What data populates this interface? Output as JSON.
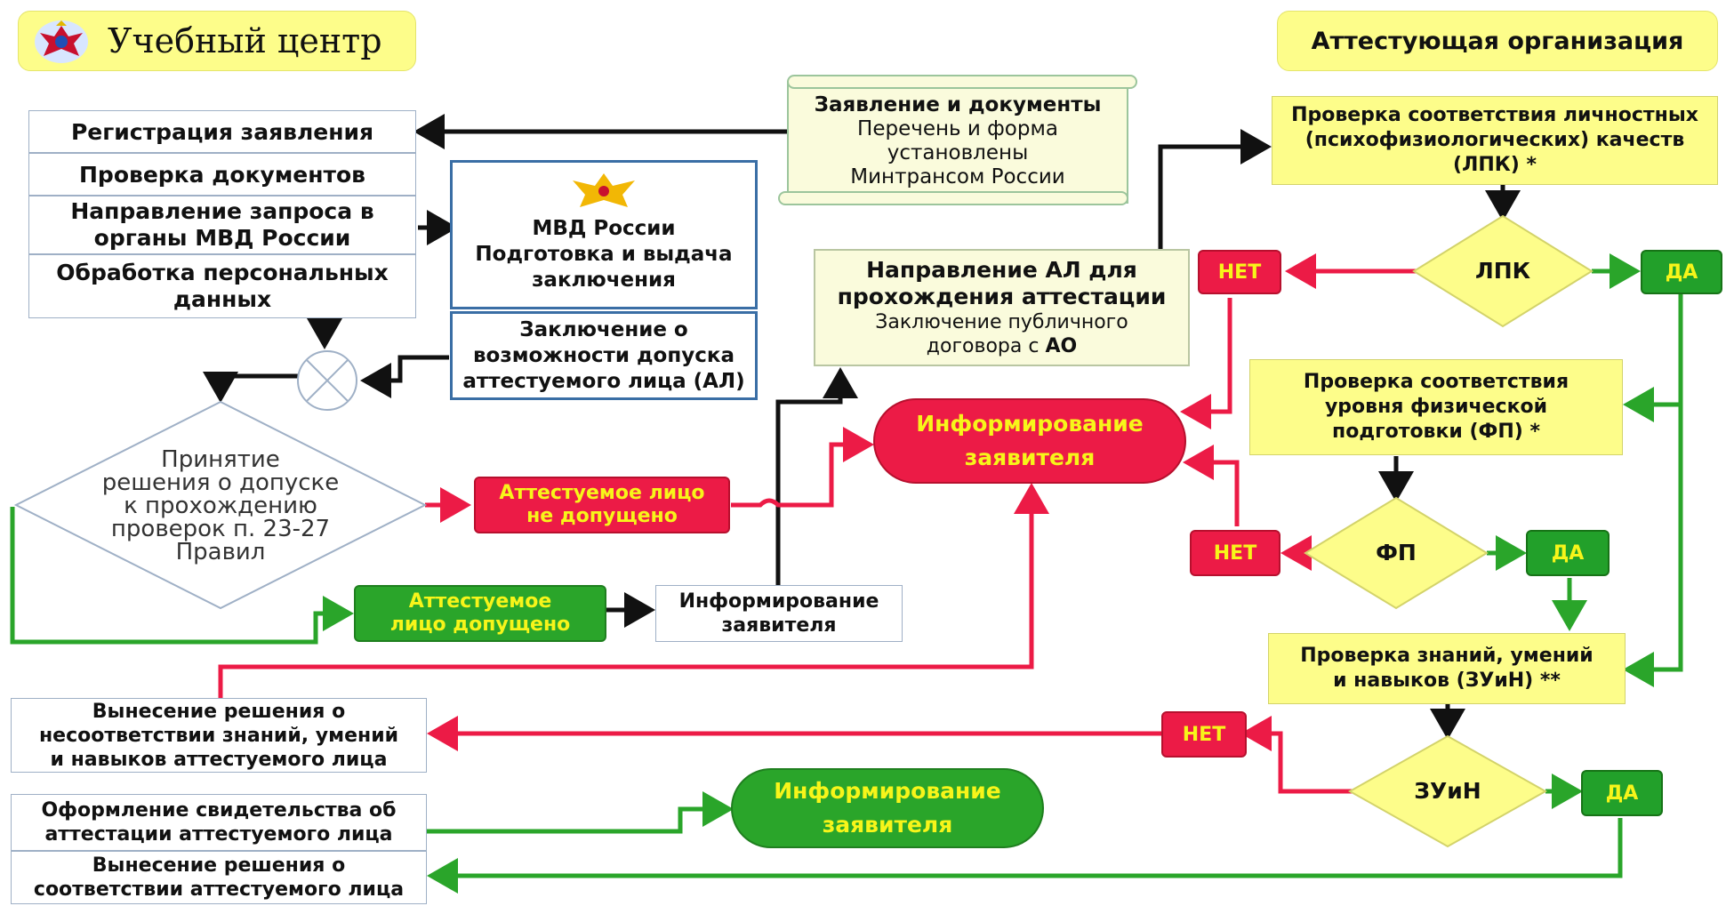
{
  "header": {
    "left_title": "Учебный центр",
    "right_title": "Аттестующая организация"
  },
  "left_stack": {
    "registration": "Регистрация заявления",
    "check_docs": "Проверка документов",
    "request_line1": "Направление запроса в",
    "request_line2": "органы МВД России",
    "processing_line1": "Обработка персональных",
    "processing_line2": "данных"
  },
  "docs_scroll": {
    "line1": "Заявление и документы",
    "line2": "Перечень и форма",
    "line3": "установлены",
    "line4": "Минтрансом России"
  },
  "mvd": {
    "line1": "МВД России",
    "line2": "Подготовка и выдача",
    "line3": "заключения"
  },
  "conclusion": {
    "line1": "Заключение о",
    "line2": "возможности допуска",
    "line3": "аттестуемого лица (АЛ)"
  },
  "decision": {
    "line1": "Принятие",
    "line2": "решения о допуске",
    "line3": "к прохождению",
    "line4": "проверок п. 23-27",
    "line5": "Правил"
  },
  "not_admitted": {
    "line1": "Аттестуемое лицо",
    "line2": "не допущено"
  },
  "admitted": {
    "line1": "Аттестуемое",
    "line2": "лицо допущено"
  },
  "inform_small": {
    "line1": "Информирование",
    "line2": "заявителя"
  },
  "inform_red": {
    "line1": "Информирование",
    "line2": "заявителя"
  },
  "inform_green": {
    "line1": "Информирование",
    "line2": "заявителя"
  },
  "direction": {
    "line1": "Направление АЛ для",
    "line2": "прохождения аттестации",
    "line3": "Заключение публичного",
    "line4_pre": "договора с ",
    "line4_bold": "АО"
  },
  "lpk_check": {
    "line1": "Проверка соответствия личностных",
    "line2": "(психофизиологических) качеств",
    "line3": "(ЛПК) *"
  },
  "fp_check": {
    "line1": "Проверка соответствия",
    "line2": "уровня физической",
    "line3": "подготовки (ФП) *"
  },
  "zuin_check": {
    "line1": "Проверка знаний, умений",
    "line2": "и навыков (ЗУиН) **"
  },
  "diamonds": {
    "lpk": "ЛПК",
    "fp": "ФП",
    "zuin": "ЗУиН"
  },
  "tags": {
    "no": "НЕТ",
    "yes": "ДА"
  },
  "nonconformity": {
    "line1": "Вынесение решения о",
    "line2": "несоответствии знаний, умений",
    "line3": "и навыков аттестуемого лица"
  },
  "certificate": {
    "line1": "Оформление свидетельства об",
    "line2": "аттестации аттестуемого лица"
  },
  "conformity": {
    "line1": "Вынесение решения о",
    "line2": "соответствии аттестуемого лица"
  },
  "colors": {
    "yellow": "#fdfd8a",
    "red": "#ec1b46",
    "green": "#2aa52a",
    "text_yellow": "#f7f51a",
    "blue_border": "#3a6ea5"
  }
}
